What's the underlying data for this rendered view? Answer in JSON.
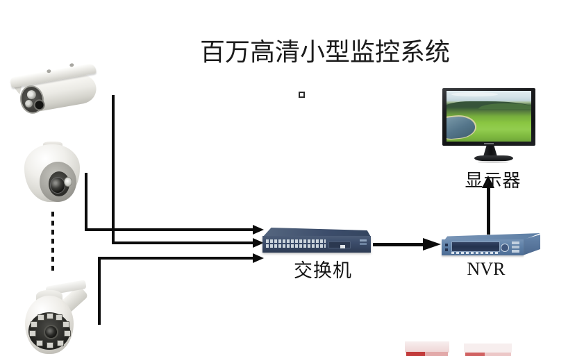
{
  "title": "百万高清小型监控系统",
  "labels": {
    "switch": "交换机",
    "nvr": "NVR",
    "monitor": "显示器"
  },
  "devices": [
    "bullet-camera",
    "dome-camera",
    "ptz-camera",
    "switch",
    "nvr",
    "monitor"
  ],
  "connections": [
    "bullet-camera -> switch",
    "dome-camera -> switch",
    "ptz-camera -> switch",
    "switch -> nvr",
    "nvr -> monitor"
  ],
  "colors": {
    "line": "#0b0b0b",
    "switch_body": "#3c4d6b",
    "nvr_body": "#5e80a7",
    "monitor_bezel": "#17181a",
    "watermark_red": "#c23b3b"
  }
}
